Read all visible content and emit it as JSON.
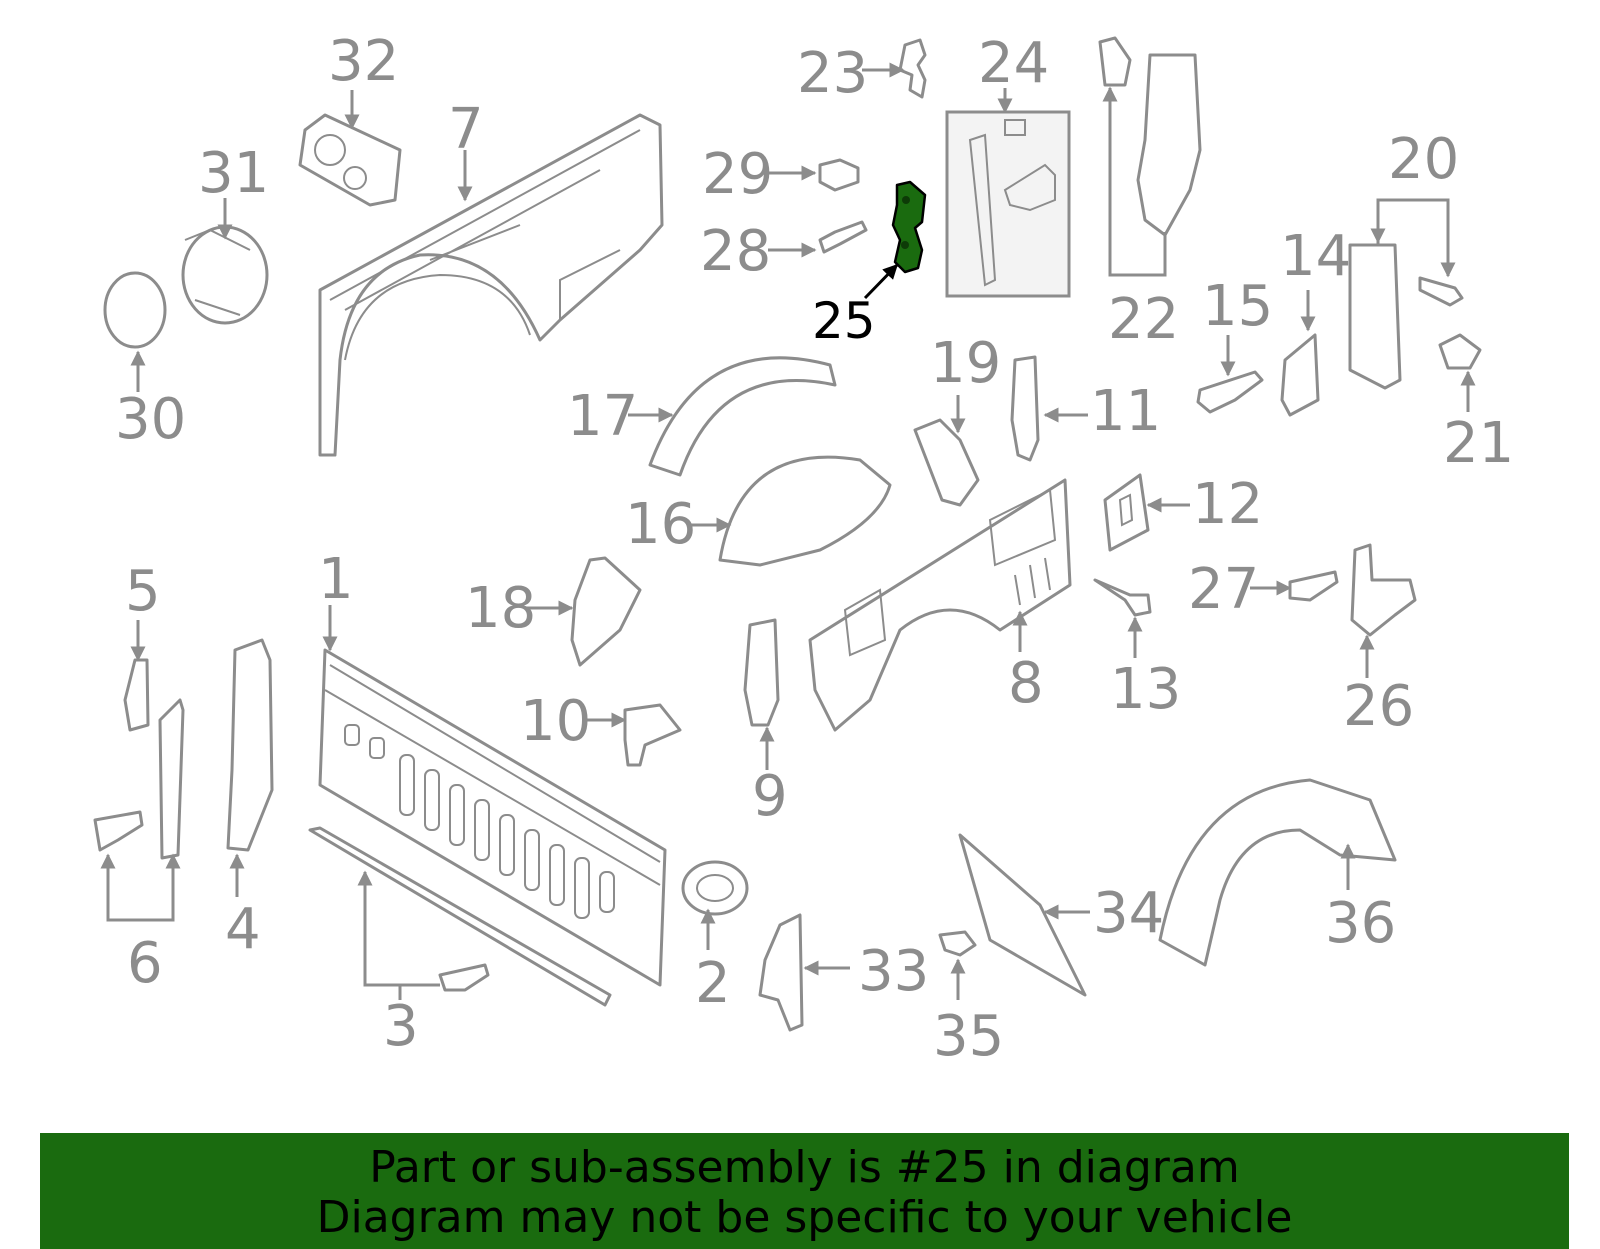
{
  "diagram": {
    "highlight_color": "#1a6b0f",
    "callouts": [
      "1",
      "2",
      "3",
      "4",
      "5",
      "6",
      "7",
      "8",
      "9",
      "10",
      "11",
      "12",
      "13",
      "14",
      "15",
      "16",
      "17",
      "18",
      "19",
      "20",
      "21",
      "22",
      "23",
      "24",
      "25",
      "26",
      "27",
      "28",
      "29",
      "30",
      "31",
      "32",
      "33",
      "34",
      "35",
      "36"
    ],
    "highlighted_callout": "25"
  },
  "banner": {
    "line1": "Part or sub-assembly is #25 in diagram",
    "line2": "Diagram may not be specific to your vehicle",
    "background": "#1a6b0f"
  }
}
